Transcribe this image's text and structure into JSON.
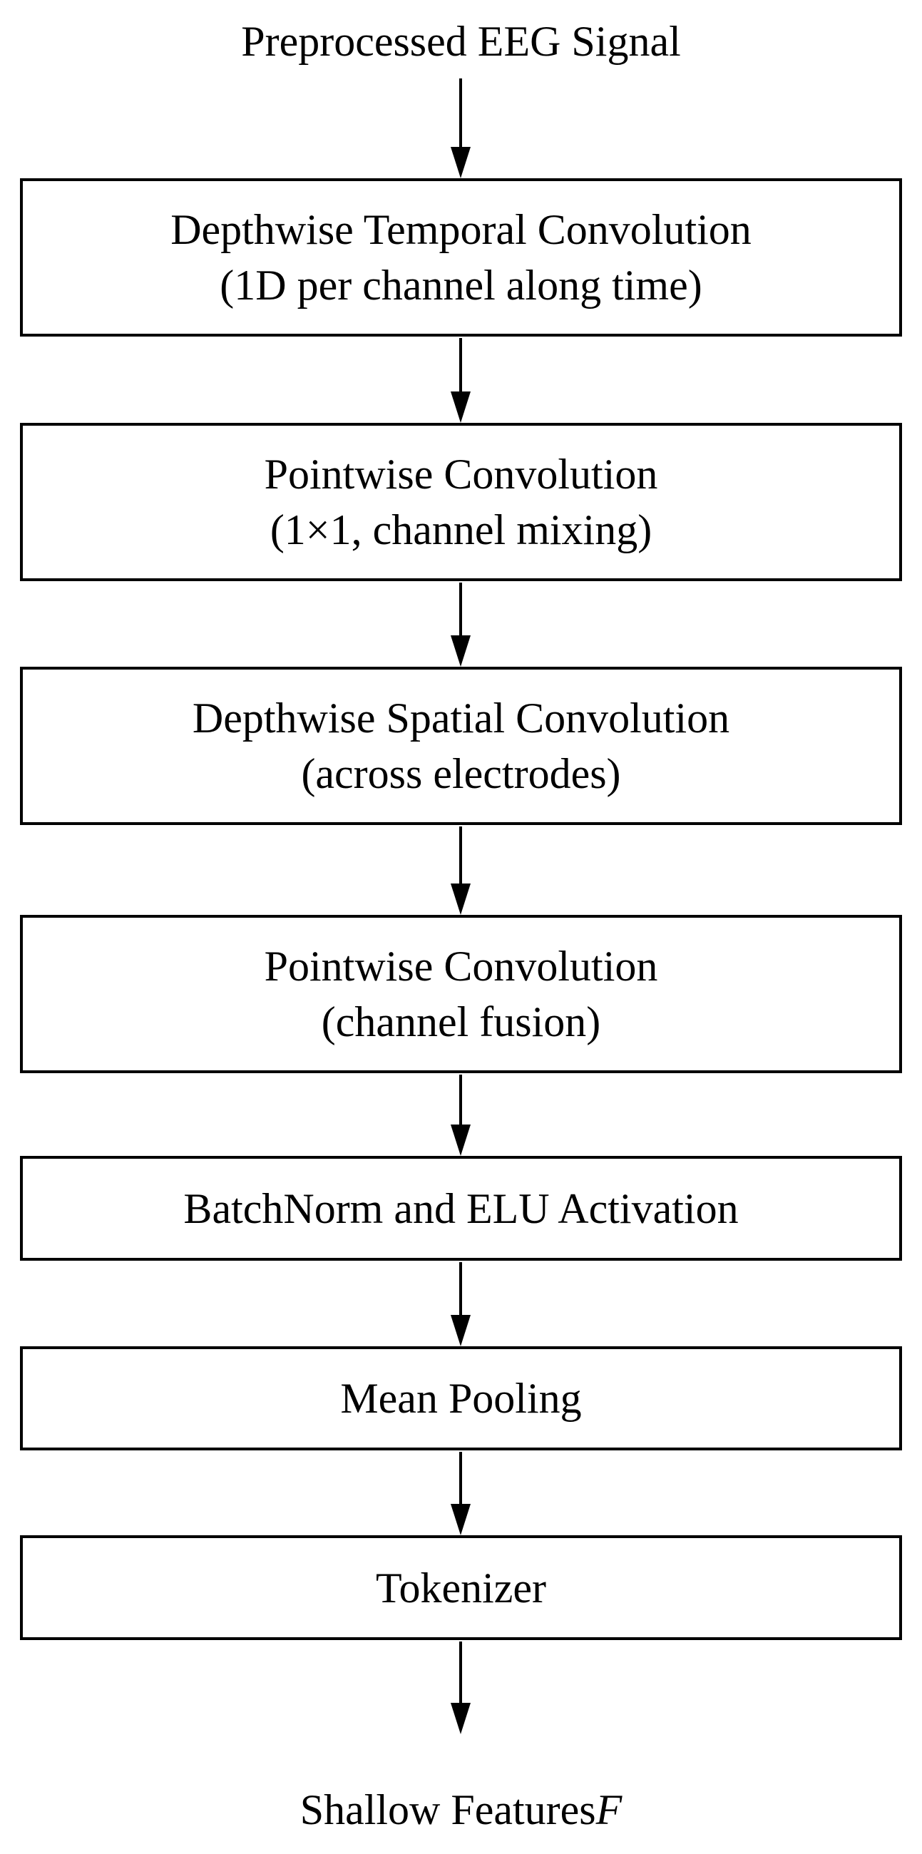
{
  "diagram": {
    "input_label": "Preprocessed EEG Signal",
    "steps": [
      {
        "line1": "Depthwise Temporal Convolution",
        "line2": "(1D per channel along time)"
      },
      {
        "line1": "Pointwise Convolution",
        "line2": "(1×1, channel mixing)"
      },
      {
        "line1": "Depthwise Spatial Convolution",
        "line2": "(across electrodes)"
      },
      {
        "line1": "Pointwise Convolution",
        "line2": "(channel fusion)"
      },
      {
        "line1": "BatchNorm and ELU Activation"
      },
      {
        "line1": "Mean Pooling"
      },
      {
        "line1": "Tokenizer"
      }
    ],
    "output_label": "Shallow Features",
    "output_symbol": "F"
  }
}
